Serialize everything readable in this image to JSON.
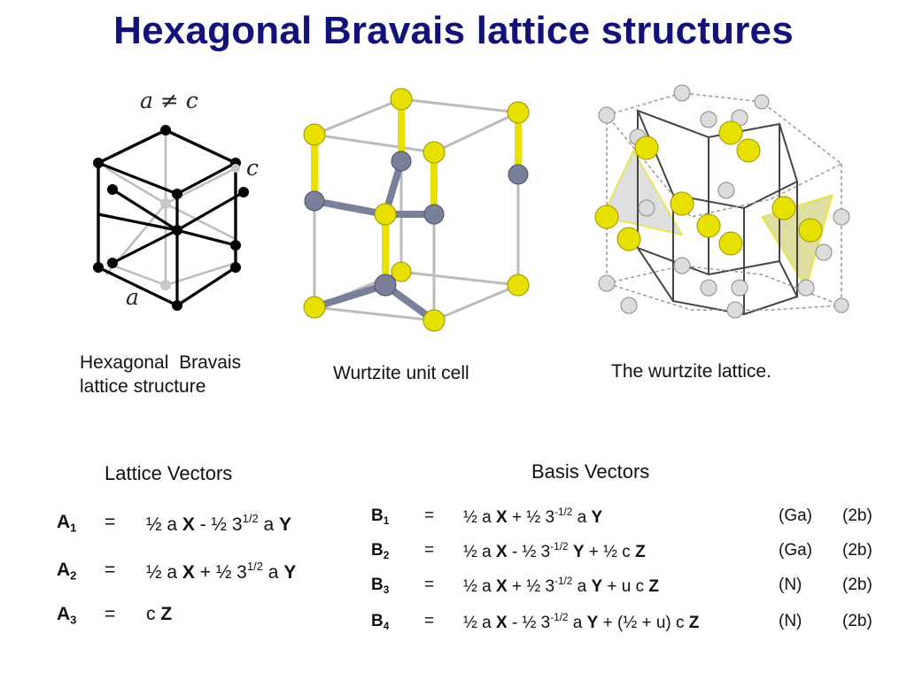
{
  "title": "Hexagonal Bravais lattice structures",
  "figures": {
    "hex": {
      "label_ac": "a ≠ c",
      "label_c": "c",
      "label_a": "a",
      "caption_line1": "Hexagonal  Bravais",
      "caption_line2": "lattice structure"
    },
    "wurtzite_cell": {
      "caption": "Wurtzite unit cell"
    },
    "wurtzite_lattice": {
      "caption": "The wurtzite lattice."
    }
  },
  "colors": {
    "title": "#12127a",
    "lattice_line": "#000000",
    "yellow_atom": "#e8e000",
    "grey_atom": "#7a7f9a",
    "white_atom": "#dcdcdc"
  },
  "lattice_vectors": {
    "heading": "Lattice Vectors",
    "rows": [
      {
        "name": "A",
        "sub": "1",
        "eq": "=",
        "p1": "½ a ",
        "v1": "X",
        "p2": " - ½ 3",
        "sup": "1/2",
        "p3": " a ",
        "v2": "Y"
      },
      {
        "name": "A",
        "sub": "2",
        "eq": "=",
        "p1": "½ a ",
        "v1": "X",
        "p2": " + ½ 3",
        "sup": "1/2",
        "p3": " a ",
        "v2": "Y"
      },
      {
        "name": "A",
        "sub": "3",
        "eq": "=",
        "p1": "c ",
        "v1": "Z",
        "p2": "",
        "sup": "",
        "p3": "",
        "v2": ""
      }
    ]
  },
  "basis_vectors": {
    "heading": "Basis Vectors",
    "rows": [
      {
        "name": "B",
        "sub": "1",
        "eq": "=",
        "t1": "½ a ",
        "v1": "X",
        "t2": " + ½ 3",
        "sup": "-1/2",
        "t3": " a ",
        "v2": "Y",
        "t4": "",
        "v3": "",
        "site": "(Ga)",
        "wy": "(2b)"
      },
      {
        "name": "B",
        "sub": "2",
        "eq": "=",
        "t1": "½ a ",
        "v1": "X",
        "t2": " - ½ 3",
        "sup": "-1/2",
        "t3": " ",
        "v2": "Y",
        "t4": " + ½ c ",
        "v3": "Z",
        "site": "(Ga)",
        "wy": "(2b)"
      },
      {
        "name": "B",
        "sub": "3",
        "eq": "=",
        "t1": "½ a ",
        "v1": "X",
        "t2": " + ½ 3",
        "sup": "-1/2",
        "t3": " a ",
        "v2": "Y",
        "t4": " + u c ",
        "v3": "Z",
        "site": "(N)",
        "wy": "(2b)"
      },
      {
        "name": "B",
        "sub": "4",
        "eq": "=",
        "t1": "½ a ",
        "v1": "X",
        "t2": " - ½ 3",
        "sup": "-1/2",
        "t3": " a ",
        "v2": "Y",
        "t4": " + (½ + u) c ",
        "v3": "Z",
        "site": "(N)",
        "wy": "(2b)"
      }
    ]
  }
}
